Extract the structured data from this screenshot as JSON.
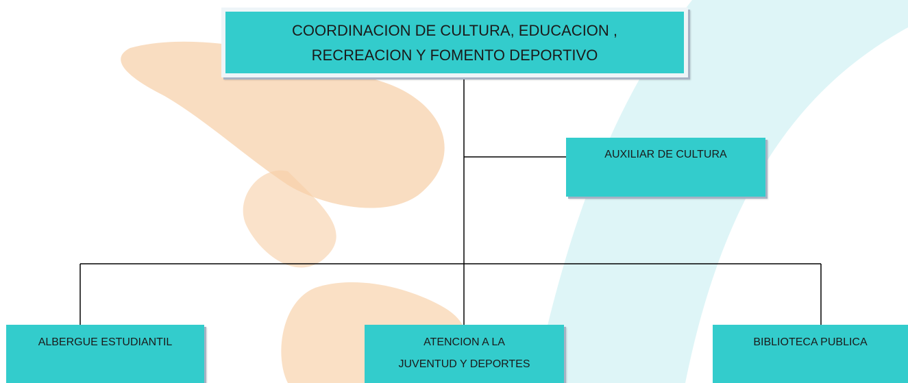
{
  "org_chart": {
    "top": {
      "lines": [
        "COORDINACION DE CULTURA, EDUCACION ,",
        "RECREACION Y FOMENTO DEPORTIVO"
      ]
    },
    "assistant": {
      "label": "AUXILIAR DE CULTURA"
    },
    "departments": [
      {
        "lines": [
          "ALBERGUE ESTUDIANTIL"
        ]
      },
      {
        "lines": [
          "ATENCION A LA",
          "JUVENTUD Y DEPORTES"
        ]
      },
      {
        "lines": [
          "BIBLIOTECA PUBLICA"
        ]
      }
    ]
  },
  "colors": {
    "box_fill": "#33cccc",
    "connector": "#000000",
    "watermark_orange": "#f6c79a",
    "watermark_cyan": "#d3f1f4"
  }
}
